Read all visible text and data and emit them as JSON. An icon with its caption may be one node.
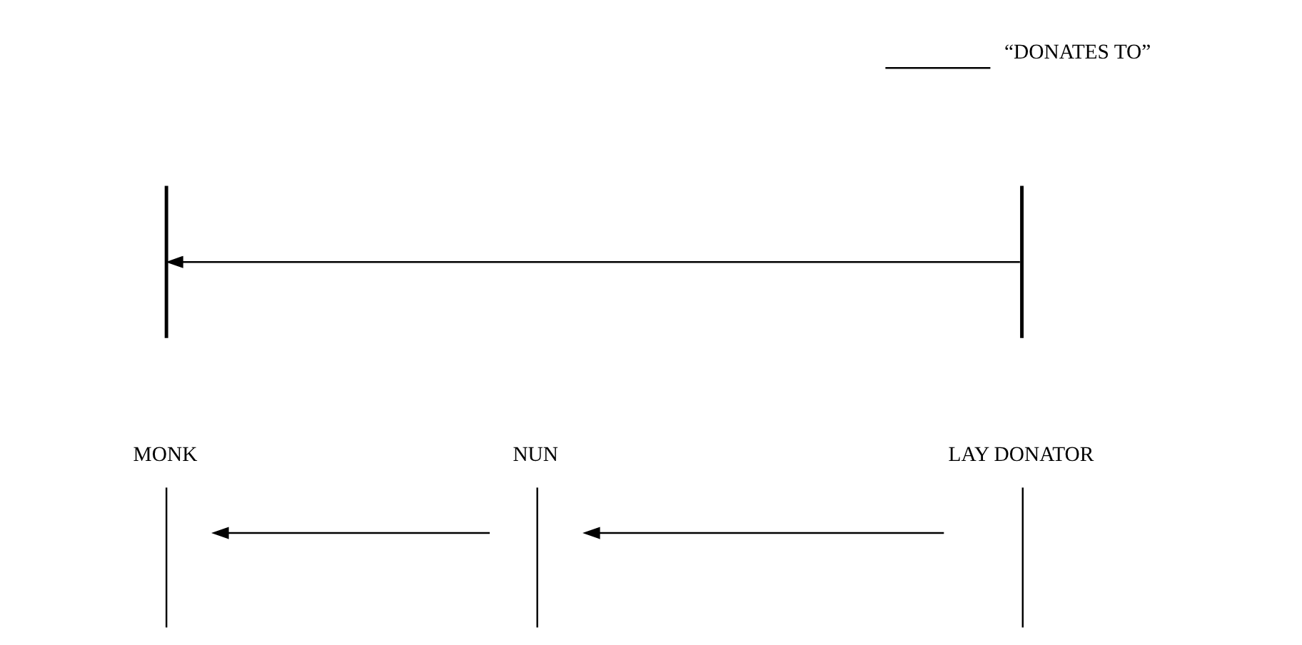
{
  "diagram": {
    "nodes": [
      {
        "text": [
          "MONK"
        ]
      },
      {
        "text": [
          "NUN"
        ]
      },
      {
        "text": [
          "LAY DONATOR"
        ]
      },
      {
        "text": [],
        "shape": "bar"
      },
      {
        "text": [],
        "shape": "bar"
      }
    ],
    "edges": [
      {
        "from": 1,
        "to": 0,
        "arrow": "to"
      },
      {
        "from": 2,
        "to": 1,
        "arrow": "to"
      },
      {
        "from": 4,
        "to": 3,
        "arrow": "to"
      }
    ],
    "legend": [
      {
        "text": "“DONATES TO”"
      }
    ]
  }
}
